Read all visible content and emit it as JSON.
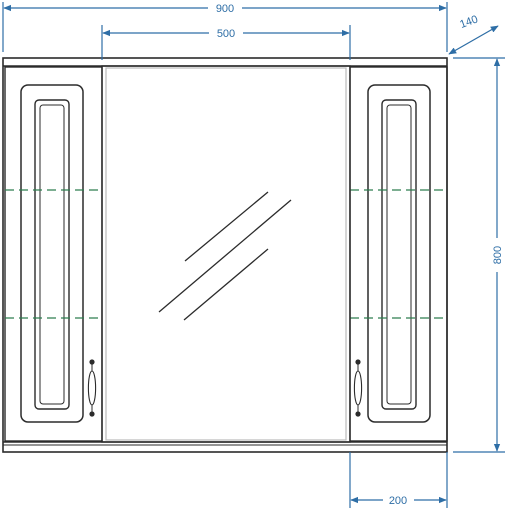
{
  "dimensions": {
    "total_width": "900",
    "mirror_width": "500",
    "depth": "140",
    "height": "800",
    "cabinet_width": "200"
  },
  "colors": {
    "dimension": "#2e6ea6",
    "outline": "#2b2b2b",
    "shelf": "#2e7d4f",
    "mirror_frame": "#bbbbbb",
    "background": "#ffffff"
  }
}
